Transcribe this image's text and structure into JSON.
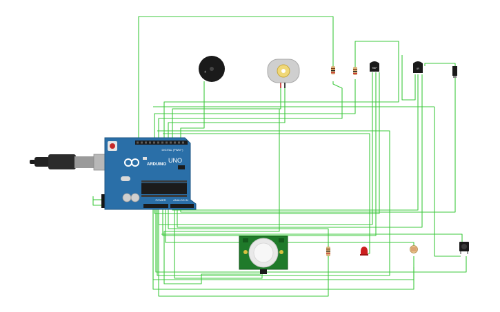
{
  "colors": {
    "wire": "#3cc83c",
    "board": "#2a6fa8",
    "board_edge": "#1d5683",
    "background": "#ffffff",
    "buzzer": "#1a1a1a",
    "led": "#cc1f1f",
    "pir_board": "#1f7a2a"
  },
  "board": {
    "brand_label": "ARDUINO",
    "model_label": "UNO",
    "digital_header_label": "DIGITAL (PWM~)",
    "power_header_label": "POWER",
    "analog_header_label": "ANALOG IN"
  },
  "parts": {
    "sensor_left_label": "TMP",
    "sensor_right_label": "IR"
  },
  "icons": {
    "board_logo": "infinity-logo-icon",
    "usb_plug": "usb-plug-icon",
    "buzzer": "buzzer-icon",
    "motor": "dc-motor-icon",
    "pir_sensor": "pir-sensor-icon",
    "push_button": "push-button-icon"
  }
}
